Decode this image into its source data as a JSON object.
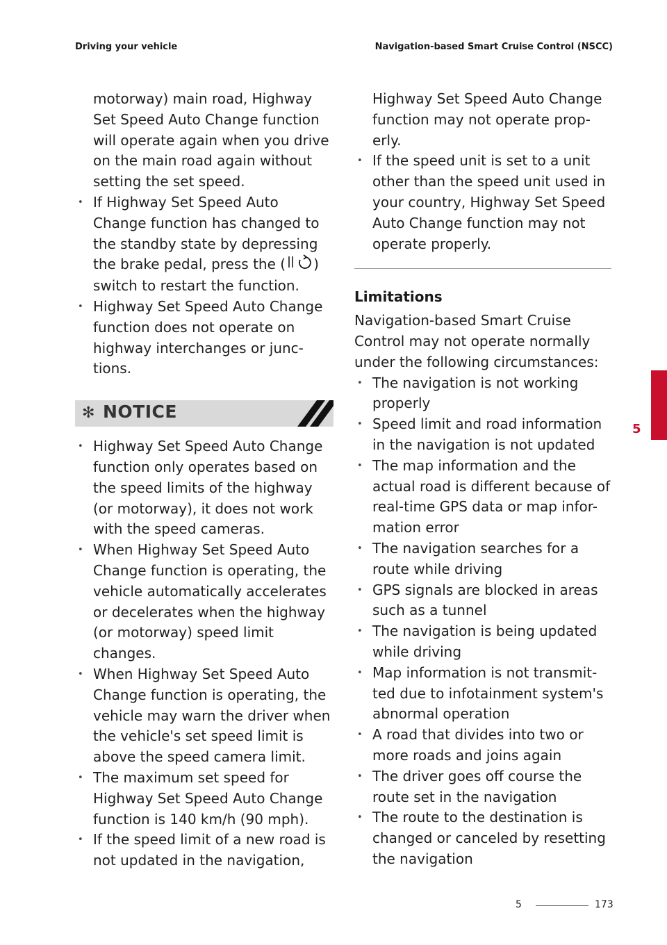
{
  "header": {
    "left": "Driving your vehicle",
    "right": "Navigation-based Smart Cruise Control (NSCC)"
  },
  "left_column": {
    "continued_lines": [
      "motorway) main road, Highway",
      "Set Speed Auto Change function",
      "will operate again when you drive",
      "on the main road again without",
      "setting the set speed."
    ],
    "bullets": [
      {
        "lines": [
          "If Highway Set Speed Auto",
          "Change function has changed to",
          "the standby state by depressing"
        ]
      },
      {
        "lines": [
          "Highway Set Speed Auto Change",
          "function does not operate on",
          "highway interchanges or junc-",
          "tions."
        ]
      }
    ],
    "restart_line": {
      "pre": "the brake pedal, press the (",
      "post": ")",
      "next": "switch to restart the function."
    },
    "notice": {
      "title": "NOTICE",
      "bullets": [
        {
          "lines": [
            "Highway Set Speed Auto Change",
            "function only operates based on",
            "the speed limits of the highway",
            "(or motorway), it does not work",
            "with the speed cameras."
          ]
        },
        {
          "lines": [
            "When Highway Set Speed Auto",
            "Change function is operating, the",
            "vehicle automatically accelerates",
            "or decelerates when the highway",
            "(or motorway) speed limit",
            "changes."
          ]
        },
        {
          "lines": [
            "When Highway Set Speed Auto",
            "Change function is operating, the",
            "vehicle may warn the driver when",
            "the vehicle's set speed limit is",
            "above the speed camera limit."
          ]
        },
        {
          "lines": [
            "The maximum set speed for",
            "Highway Set Speed Auto Change",
            "function is 140 km/h (90 mph)."
          ]
        },
        {
          "lines": [
            "If the speed limit of a new road is",
            "not updated in the navigation,"
          ]
        }
      ]
    }
  },
  "right_column": {
    "continued_lines": [
      "Highway Set Speed Auto Change",
      "function may not operate prop-",
      "erly."
    ],
    "bullets": [
      {
        "lines": [
          "If the speed unit is set to a unit",
          "other than the speed unit used in",
          "your country, Highway Set Speed",
          "Auto Change function may not",
          "operate properly."
        ]
      }
    ],
    "limitations": {
      "heading": "Limitations",
      "intro_lines": [
        "Navigation-based Smart Cruise",
        "Control may not operate normally",
        "under the following circumstances:"
      ],
      "bullets": [
        {
          "lines": [
            "The navigation is not working",
            "properly"
          ]
        },
        {
          "lines": [
            "Speed limit and road information",
            "in the navigation is not updated"
          ]
        },
        {
          "lines": [
            "The map information and the",
            "actual road is different because of",
            "real-time GPS data or map infor-",
            "mation error"
          ]
        },
        {
          "lines": [
            "The navigation searches for a",
            "route while driving"
          ]
        },
        {
          "lines": [
            "GPS signals are blocked in areas",
            "such as a tunnel"
          ]
        },
        {
          "lines": [
            "The navigation is being updated",
            "while driving"
          ]
        },
        {
          "lines": [
            "Map information is not transmit-",
            "ted due to infotainment system's",
            "abnormal operation"
          ]
        },
        {
          "lines": [
            "A road that divides into two or",
            "more roads and joins again"
          ]
        },
        {
          "lines": [
            "The driver goes off course the",
            "route set in the navigation"
          ]
        },
        {
          "lines": [
            "The route to the destination is",
            "changed or canceled by resetting",
            "the navigation"
          ]
        }
      ]
    }
  },
  "chapter_tab": "5",
  "footer": {
    "chapter": "5",
    "page": "173"
  },
  "colors": {
    "accent": "#c8102e",
    "notice_bar": "#d9d9d9"
  },
  "icons": {
    "notice": "asterisk-icon",
    "switch": "lane-cruise-switch-icon"
  }
}
